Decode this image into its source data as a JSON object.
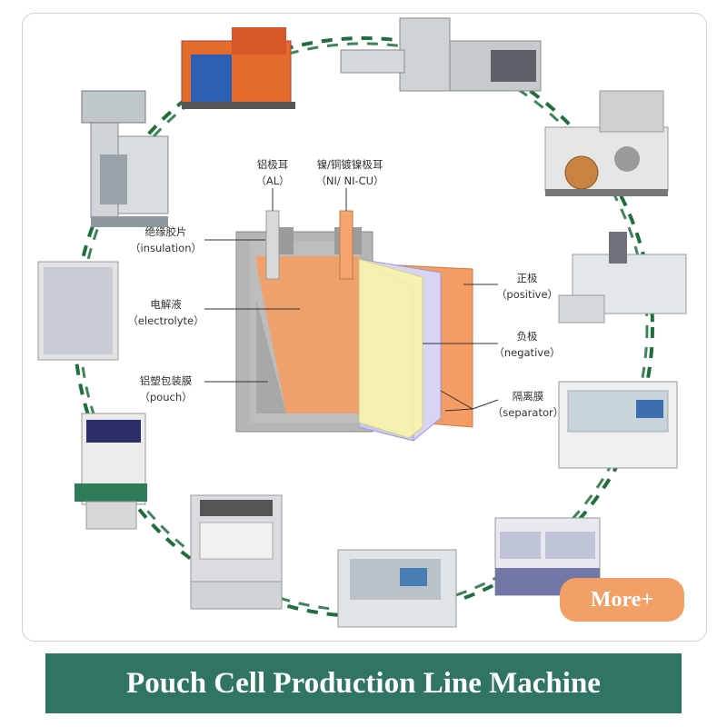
{
  "diagram": {
    "tabs": [
      {
        "zh": "铝极耳",
        "en": "（AL）"
      },
      {
        "zh": "镍/铜镀镍极耳",
        "en": "（NI/ NI-CU）"
      }
    ],
    "left_labels": [
      {
        "zh": "绝缘胶片",
        "en": "（insulation）"
      },
      {
        "zh": "电解液",
        "en": "（electrolyte）"
      },
      {
        "zh": "铝塑包装膜",
        "en": "（pouch）"
      }
    ],
    "right_labels": [
      {
        "zh": "正极",
        "en": "（positive）"
      },
      {
        "zh": "负极",
        "en": "（negative）"
      },
      {
        "zh": "隔离膜",
        "en": "（separator）"
      }
    ],
    "colors": {
      "accent": "#2f7561",
      "button": "#f2a066",
      "cathode": "#f39c64",
      "anode_film": "#fdf7a6",
      "separator": "#c8c8f4",
      "pouch": "#b5b5b5"
    }
  },
  "machines": [
    "planetary-mixer",
    "coating-machine",
    "slitting-line",
    "calendering-machine",
    "die-cutting-machine",
    "stacking-machine",
    "tab-welding-machine",
    "packaging-machine",
    "electrolyte-filling-machine",
    "sealing-machine",
    "formation-machine",
    "grading-cabinet"
  ],
  "more_button": "More+",
  "title": "Pouch Cell Production Line Machine"
}
